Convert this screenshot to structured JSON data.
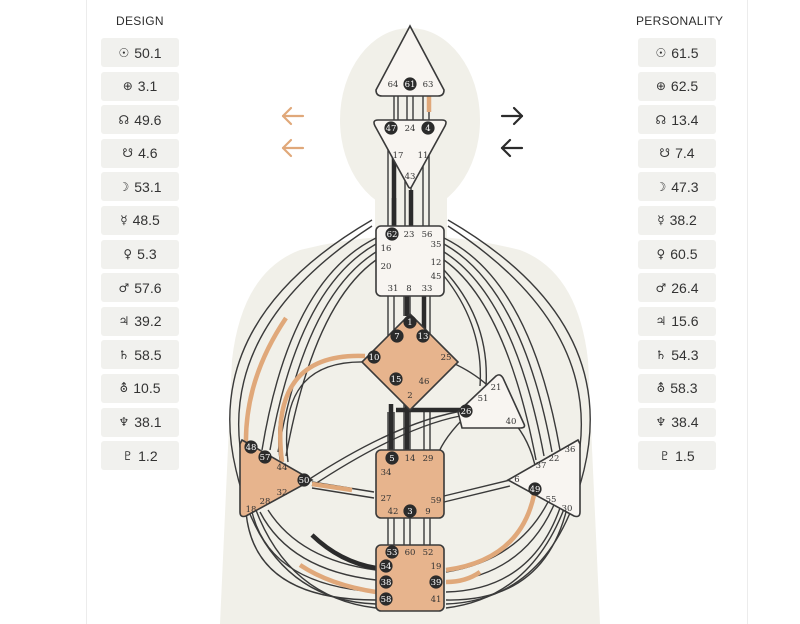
{
  "colors": {
    "design": "#e0a87a",
    "personality": "#2b2b2b",
    "center_defined": "#e7b48d",
    "center_open": "#f8f5f1",
    "body_shape": "#f1f0e9",
    "stroke": "#3a3a3a"
  },
  "design": {
    "title": "DESIGN",
    "items": [
      {
        "icon": "sun-icon",
        "glyph": "☉",
        "value": "50.1"
      },
      {
        "icon": "earth-icon",
        "glyph": "⊕",
        "value": "3.1"
      },
      {
        "icon": "north-node-icon",
        "glyph": "☊",
        "value": "49.6"
      },
      {
        "icon": "south-node-icon",
        "glyph": "☋",
        "value": "4.6"
      },
      {
        "icon": "moon-icon",
        "glyph": "☽",
        "value": "53.1"
      },
      {
        "icon": "mercury-icon",
        "glyph": "☿",
        "value": "48.5"
      },
      {
        "icon": "venus-icon",
        "glyph": "♀",
        "value": "5.3"
      },
      {
        "icon": "mars-icon",
        "glyph": "♂",
        "value": "57.6"
      },
      {
        "icon": "jupiter-icon",
        "glyph": "♃",
        "value": "39.2"
      },
      {
        "icon": "saturn-icon",
        "glyph": "♄",
        "value": "58.5"
      },
      {
        "icon": "uranus-icon",
        "glyph": "⛢",
        "value": "10.5"
      },
      {
        "icon": "neptune-icon",
        "glyph": "♆",
        "value": "38.1"
      },
      {
        "icon": "pluto-icon",
        "glyph": "♇",
        "value": "1.2"
      }
    ]
  },
  "personality": {
    "title": "PERSONALITY",
    "items": [
      {
        "icon": "sun-icon",
        "glyph": "☉",
        "value": "61.5"
      },
      {
        "icon": "earth-icon",
        "glyph": "⊕",
        "value": "62.5"
      },
      {
        "icon": "north-node-icon",
        "glyph": "☊",
        "value": "13.4"
      },
      {
        "icon": "south-node-icon",
        "glyph": "☋",
        "value": "7.4"
      },
      {
        "icon": "moon-icon",
        "glyph": "☽",
        "value": "47.3"
      },
      {
        "icon": "mercury-icon",
        "glyph": "☿",
        "value": "38.2"
      },
      {
        "icon": "venus-icon",
        "glyph": "♀",
        "value": "60.5"
      },
      {
        "icon": "mars-icon",
        "glyph": "♂",
        "value": "26.4"
      },
      {
        "icon": "jupiter-icon",
        "glyph": "♃",
        "value": "15.6"
      },
      {
        "icon": "saturn-icon",
        "glyph": "♄",
        "value": "54.3"
      },
      {
        "icon": "uranus-icon",
        "glyph": "⛢",
        "value": "58.3"
      },
      {
        "icon": "neptune-icon",
        "glyph": "♆",
        "value": "38.4"
      },
      {
        "icon": "pluto-icon",
        "glyph": "♇",
        "value": "1.5"
      }
    ]
  },
  "arrows": [
    {
      "icon": "design-arrow-left-icon",
      "side": "design",
      "direction": "left"
    },
    {
      "icon": "design-arrow-left-icon",
      "side": "design",
      "direction": "left"
    },
    {
      "icon": "personality-arrow-right-icon",
      "side": "personality",
      "direction": "right"
    },
    {
      "icon": "personality-arrow-left-icon",
      "side": "personality",
      "direction": "left"
    }
  ],
  "centers": [
    {
      "id": "head",
      "defined": false,
      "gates": [
        "64",
        "61",
        "63"
      ]
    },
    {
      "id": "ajna",
      "defined": false,
      "gates": [
        "47",
        "24",
        "4",
        "17",
        "11",
        "43"
      ]
    },
    {
      "id": "throat",
      "defined": false,
      "gates": [
        "62",
        "23",
        "56",
        "16",
        "35",
        "20",
        "12",
        "45",
        "31",
        "8",
        "33"
      ]
    },
    {
      "id": "g-center",
      "defined": true,
      "gates": [
        "1",
        "7",
        "13",
        "10",
        "25",
        "15",
        "46",
        "2"
      ]
    },
    {
      "id": "heart",
      "defined": false,
      "gates": [
        "21",
        "51",
        "26",
        "40"
      ]
    },
    {
      "id": "spleen",
      "defined": true,
      "gates": [
        "48",
        "57",
        "44",
        "50",
        "32",
        "28",
        "18"
      ]
    },
    {
      "id": "sacral",
      "defined": true,
      "gates": [
        "5",
        "14",
        "29",
        "34",
        "27",
        "59",
        "42",
        "3",
        "9"
      ]
    },
    {
      "id": "solar-plexus",
      "defined": false,
      "gates": [
        "36",
        "22",
        "37",
        "6",
        "49",
        "55",
        "30"
      ]
    },
    {
      "id": "root",
      "defined": true,
      "gates": [
        "53",
        "60",
        "52",
        "54",
        "19",
        "38",
        "39",
        "58",
        "41"
      ]
    }
  ],
  "active_gates": [
    "61",
    "47",
    "4",
    "62",
    "1",
    "7",
    "13",
    "10",
    "15",
    "26",
    "48",
    "57",
    "50",
    "5",
    "3",
    "49",
    "53",
    "54",
    "38",
    "39",
    "58"
  ]
}
